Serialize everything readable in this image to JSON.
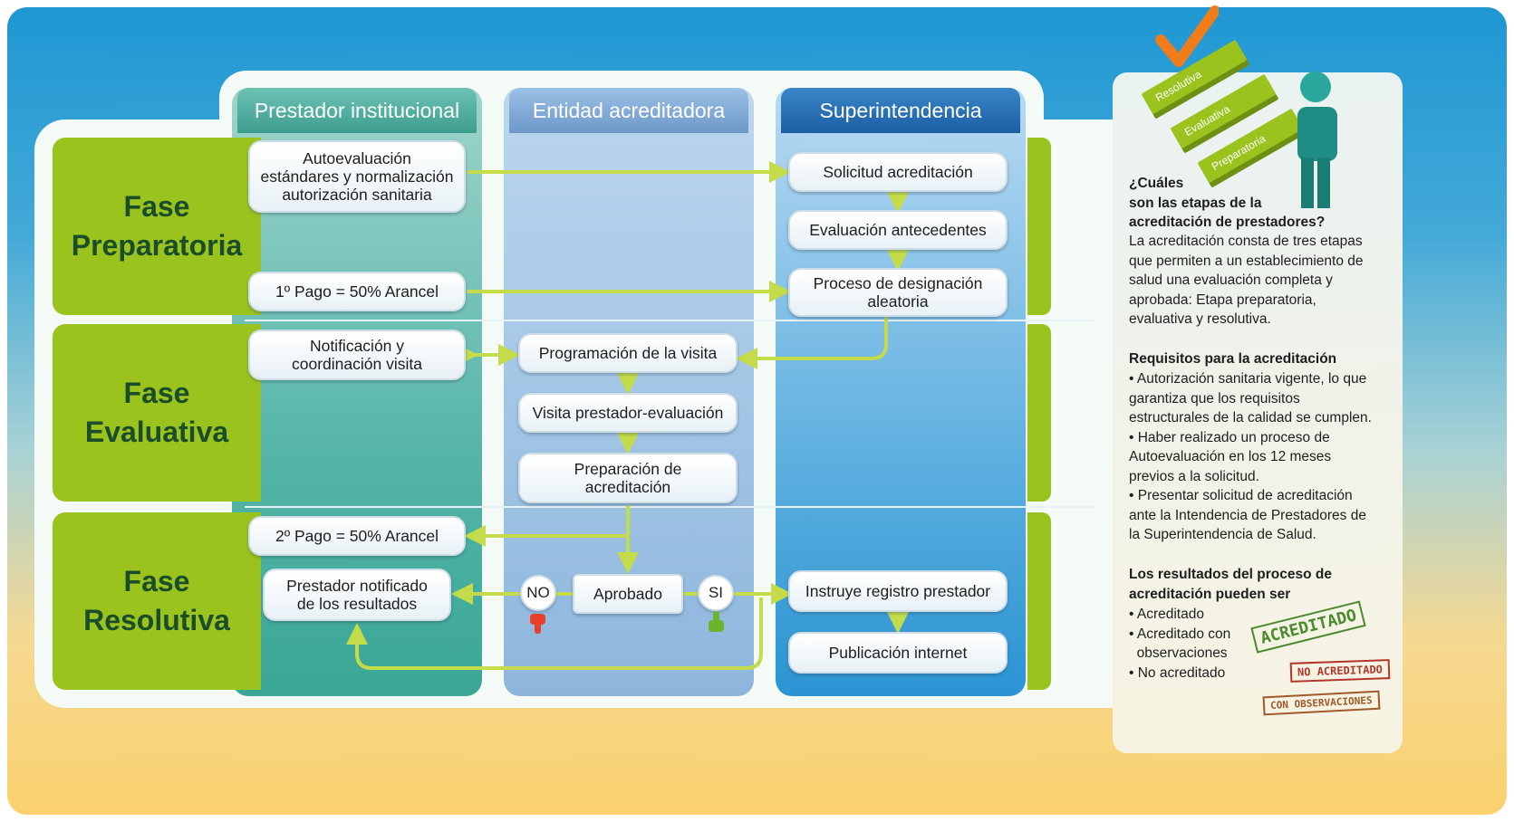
{
  "columns": [
    {
      "title": "Prestador institucional"
    },
    {
      "title": "Entidad acreditadora"
    },
    {
      "title": "Superintendencia"
    }
  ],
  "phases": [
    {
      "label": "Fase\nPreparatoria"
    },
    {
      "label": "Fase\nEvaluativa"
    },
    {
      "label": "Fase\nResolutiva"
    }
  ],
  "boxes": {
    "autoevaluacion": "Autoevaluación\nestándares y normalización\nautorización sanitaria",
    "pago1": "1º Pago = 50% Arancel",
    "notificacion": "Notificación y\ncoordinación visita",
    "pago2": "2º Pago = 50% Arancel",
    "prestador_notificado": "Prestador notificado\nde los resultados",
    "programacion": "Programación de la visita",
    "visita": "Visita prestador-evaluación",
    "preparacion": "Preparación de\nacreditación",
    "aprobado": "Aprobado",
    "no": "NO",
    "si": "SI",
    "solicitud": "Solicitud acreditación",
    "evaluacion_antecedentes": "Evaluación antecedentes",
    "designacion": "Proceso de designación\naleatoria",
    "instruye": "Instruye registro prestador",
    "publicacion": "Publicación internet"
  },
  "panel": {
    "stairs": [
      "Resolutiva",
      "Evaluativa",
      "Preparatoria"
    ],
    "q_title": "¿Cuáles\nson las etapas de la\nacreditación de prestadores?",
    "q_body": "La acreditación consta de tres etapas\nque permiten a un establecimiento de\nsalud una evaluación completa y\naprobada: Etapa preparatoria,\nevaluativa y resolutiva.",
    "req_title": "Requisitos para la acreditación",
    "req_body": "• Autorización sanitaria vigente, lo que\ngarantiza que los requisitos\nestructurales de la calidad se cumplen.\n• Haber realizado un proceso de\nAutoevaluación en los 12 meses\nprevios a la solicitud.\n• Presentar solicitud de acreditación\nante la Intendencia de Prestadores de\nla Superintendencia de Salud.",
    "res_title": "Los resultados del proceso de\nacreditación pueden ser",
    "res_body": "• Acreditado\n• Acreditado con\n  observaciones\n• No acreditado",
    "stamps": [
      "ACREDITADO",
      "NO ACREDITADO",
      "CON OBSERVACIONES"
    ]
  },
  "colors": {
    "green": "#9bc31e",
    "phase_text": "#1a4d2a",
    "arrow": "#c5dc4a",
    "col1": "#4cb5a8",
    "col2": "#8fb8dc",
    "col3": "#2a8ccc"
  }
}
